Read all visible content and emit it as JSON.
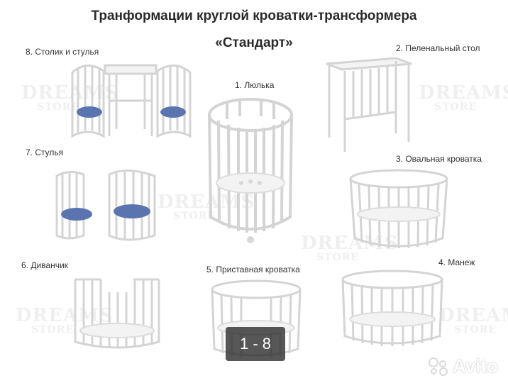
{
  "header": {
    "title_line1": "Транформации круглой кроватки-трансформера",
    "title_line2": "«Стандарт»"
  },
  "labels": {
    "l1": "1. Люлька",
    "l2": "2. Пеленальный стол",
    "l3": "3. Овальная кроватка",
    "l4": "4. Манеж",
    "l5": "5. Приставная кроватка",
    "l6": "6. Диванчик",
    "l7": "7. Стулья",
    "l8": "8. Столик и стулья"
  },
  "watermark": {
    "line1": "DREAMS",
    "line2": "STORE"
  },
  "gallery": {
    "counter": "1 - 8"
  },
  "brand": {
    "name": "Avito"
  },
  "colors": {
    "frame": "#d8d8d8",
    "cushion": "#5a74b0",
    "background": "#ffffff"
  }
}
